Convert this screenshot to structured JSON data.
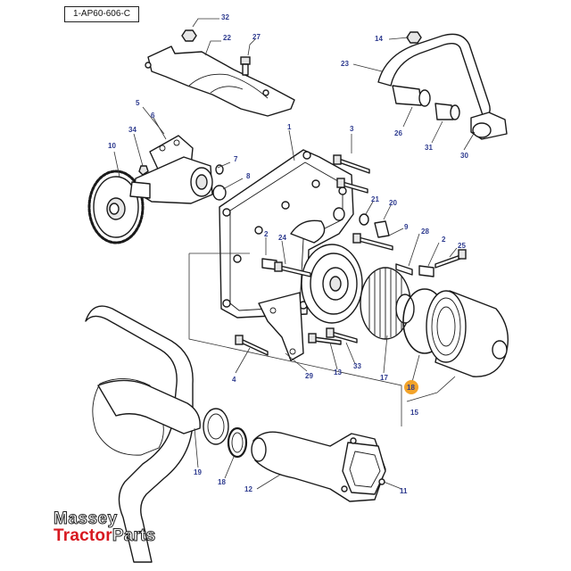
{
  "diagram": {
    "reference_code": "1-AP60-606-C",
    "highlight_color": "#f2a32a",
    "callout_color": "#2e3b8f",
    "callouts": [
      "32",
      "22",
      "27",
      "14",
      "23",
      "26",
      "31",
      "30",
      "5",
      "6",
      "34",
      "10",
      "7",
      "8",
      "1",
      "3",
      "21",
      "20",
      "9",
      "28",
      "2",
      "24",
      "2",
      "25",
      "4",
      "29",
      "13",
      "33",
      "17",
      "18",
      "15",
      "19",
      "18",
      "12",
      "11"
    ],
    "highlighted_callout": "18"
  },
  "logo": {
    "line1": "Massey",
    "line2_a": "Tractor",
    "line2_b": "Parts"
  }
}
